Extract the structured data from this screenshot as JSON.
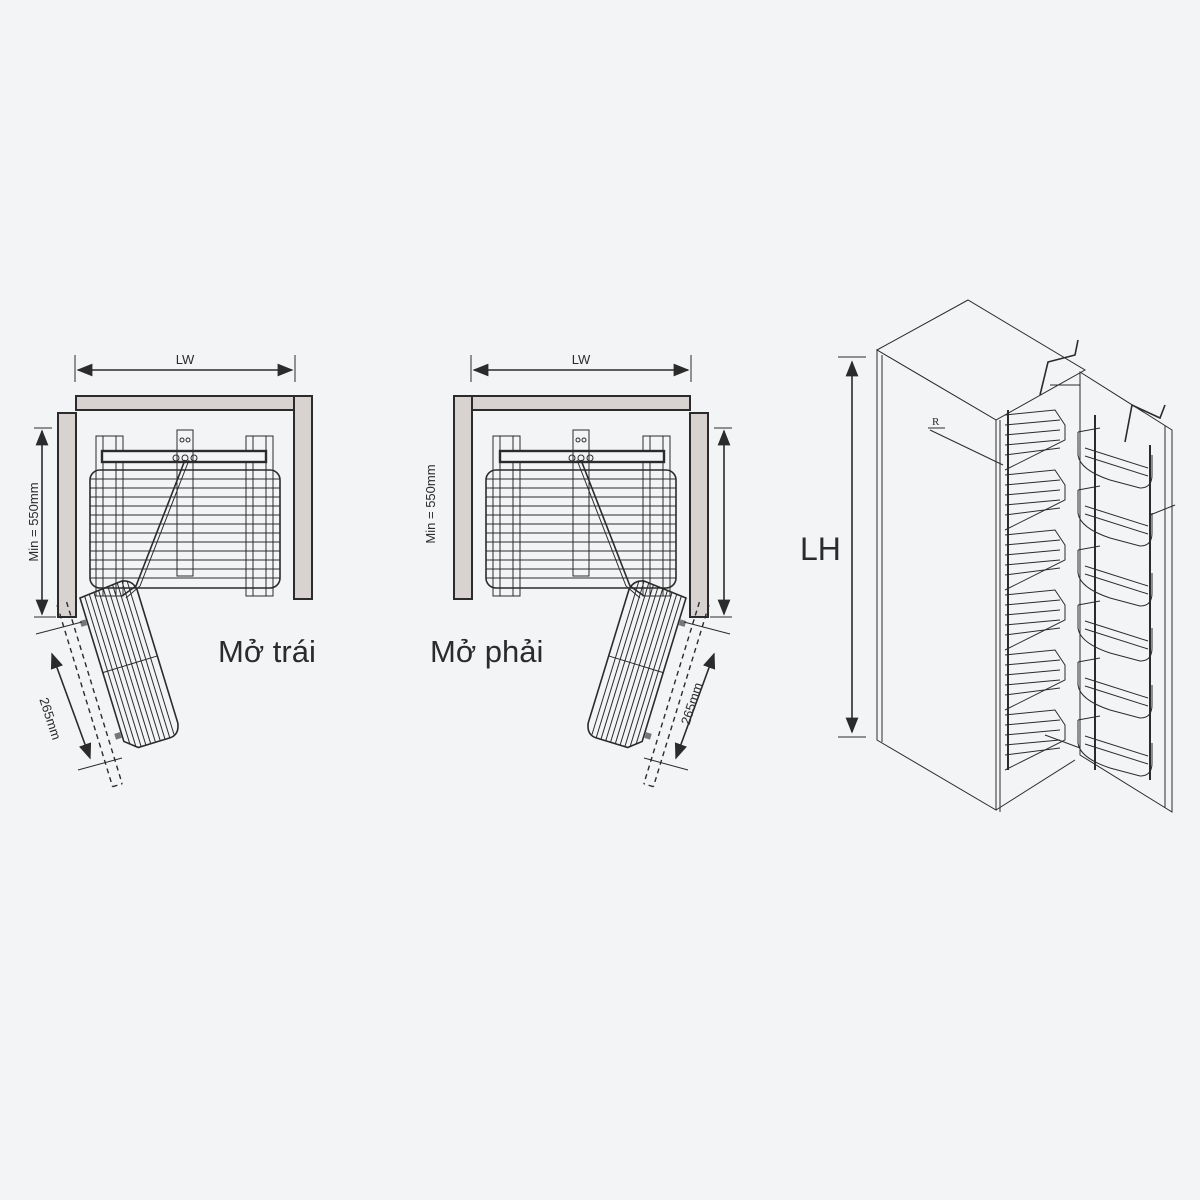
{
  "left_plan": {
    "width_label": "LW",
    "depth_label": "Min = 550mm",
    "swing_label": "265mm",
    "caption": "Mở trái"
  },
  "right_plan": {
    "width_label": "LW",
    "depth_label": "Min = 550mm",
    "swing_label": "265mm",
    "caption": "Mở phải"
  },
  "cabinet": {
    "height_label": "LH",
    "callout_label": "R"
  },
  "colors": {
    "background": "#f3f4f6",
    "panel": "#d8d3d1",
    "line": "#2b2b2b"
  }
}
